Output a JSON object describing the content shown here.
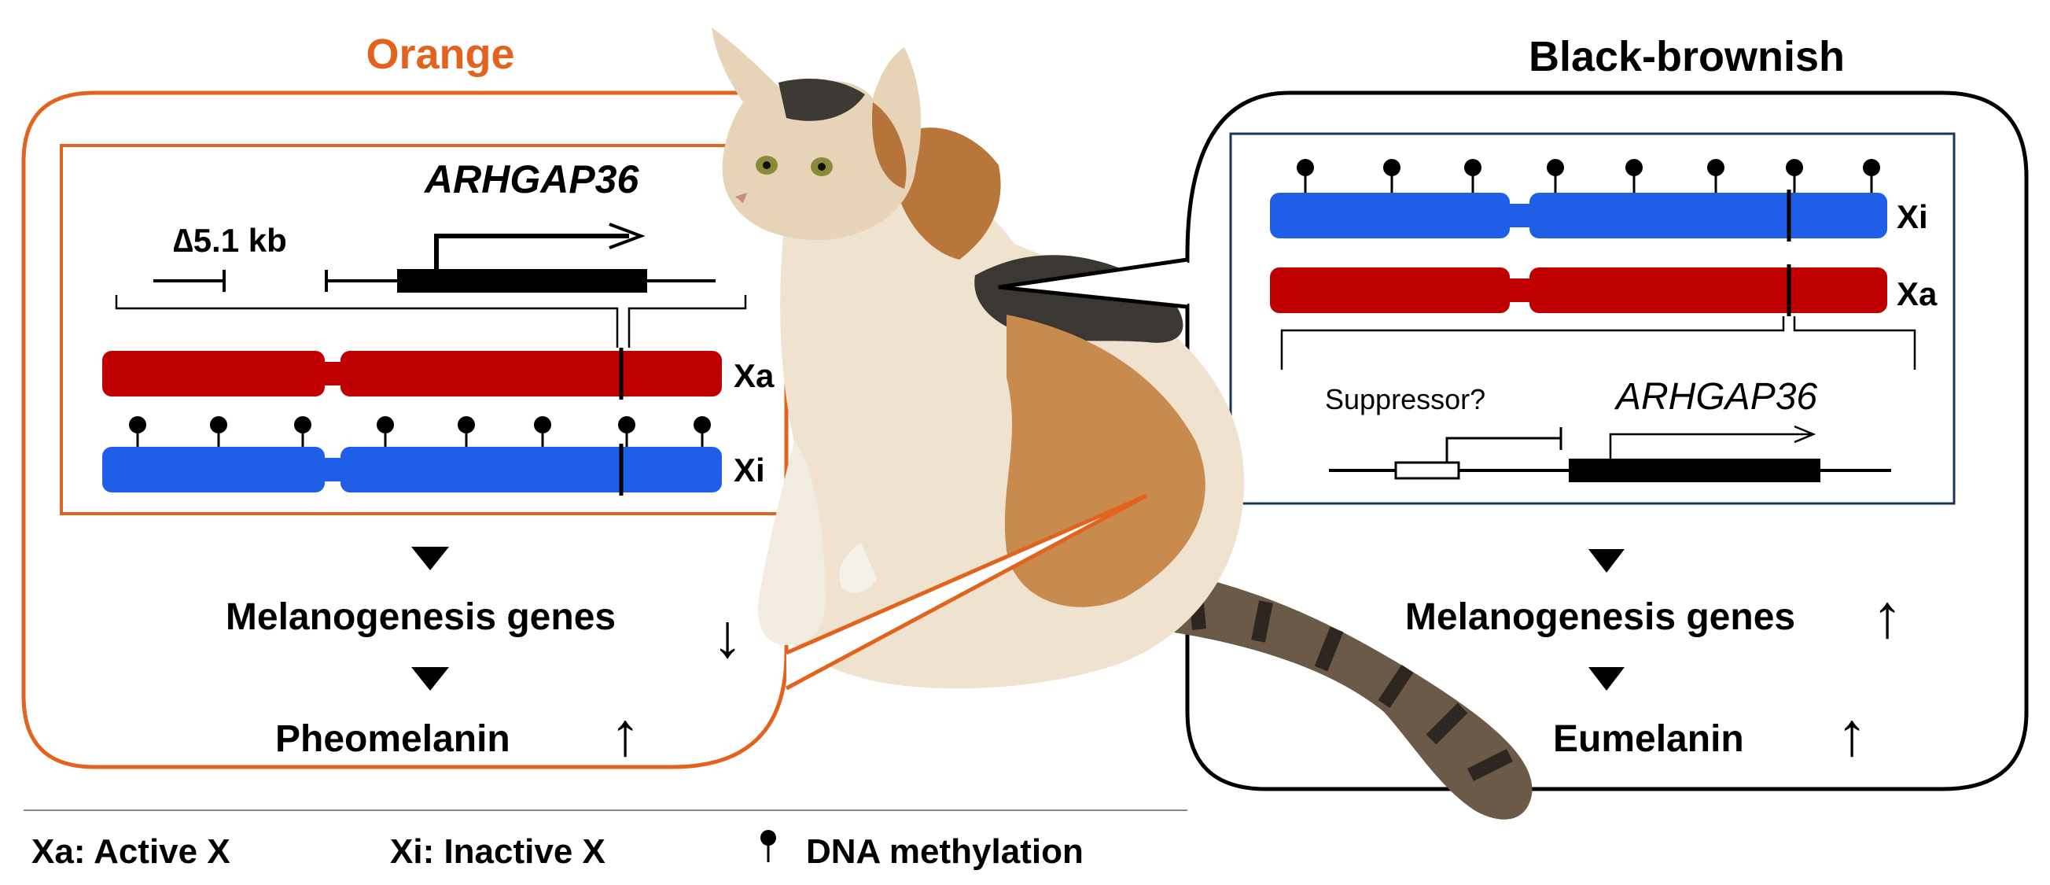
{
  "orange_panel": {
    "title": "Orange",
    "gene_name": "ARHGAP36",
    "deletion": "∆5.1 kb",
    "xa_label": "Xa",
    "xi_label": "Xi",
    "step1": "Melanogenesis genes",
    "step1_arrow": "↓",
    "step2": "Pheomelanin",
    "step2_arrow": "↑"
  },
  "black_panel": {
    "title": "Black-brownish",
    "gene_name": "ARHGAP36",
    "suppressor": "Suppressor?",
    "xi_label": "Xi",
    "xa_label": "Xa",
    "step1": "Melanogenesis genes",
    "step1_arrow": "↑",
    "step2": "Eumelanin",
    "step2_arrow": "↑"
  },
  "legend": {
    "xa": "Xa: Active X",
    "xi": "Xi: Inactive X",
    "methylation": "DNA methylation"
  },
  "colors": {
    "orange_accent": "#e2631e",
    "active_x": "#c00000",
    "inactive_x": "#1f5fe8",
    "methylation": "#000000"
  }
}
